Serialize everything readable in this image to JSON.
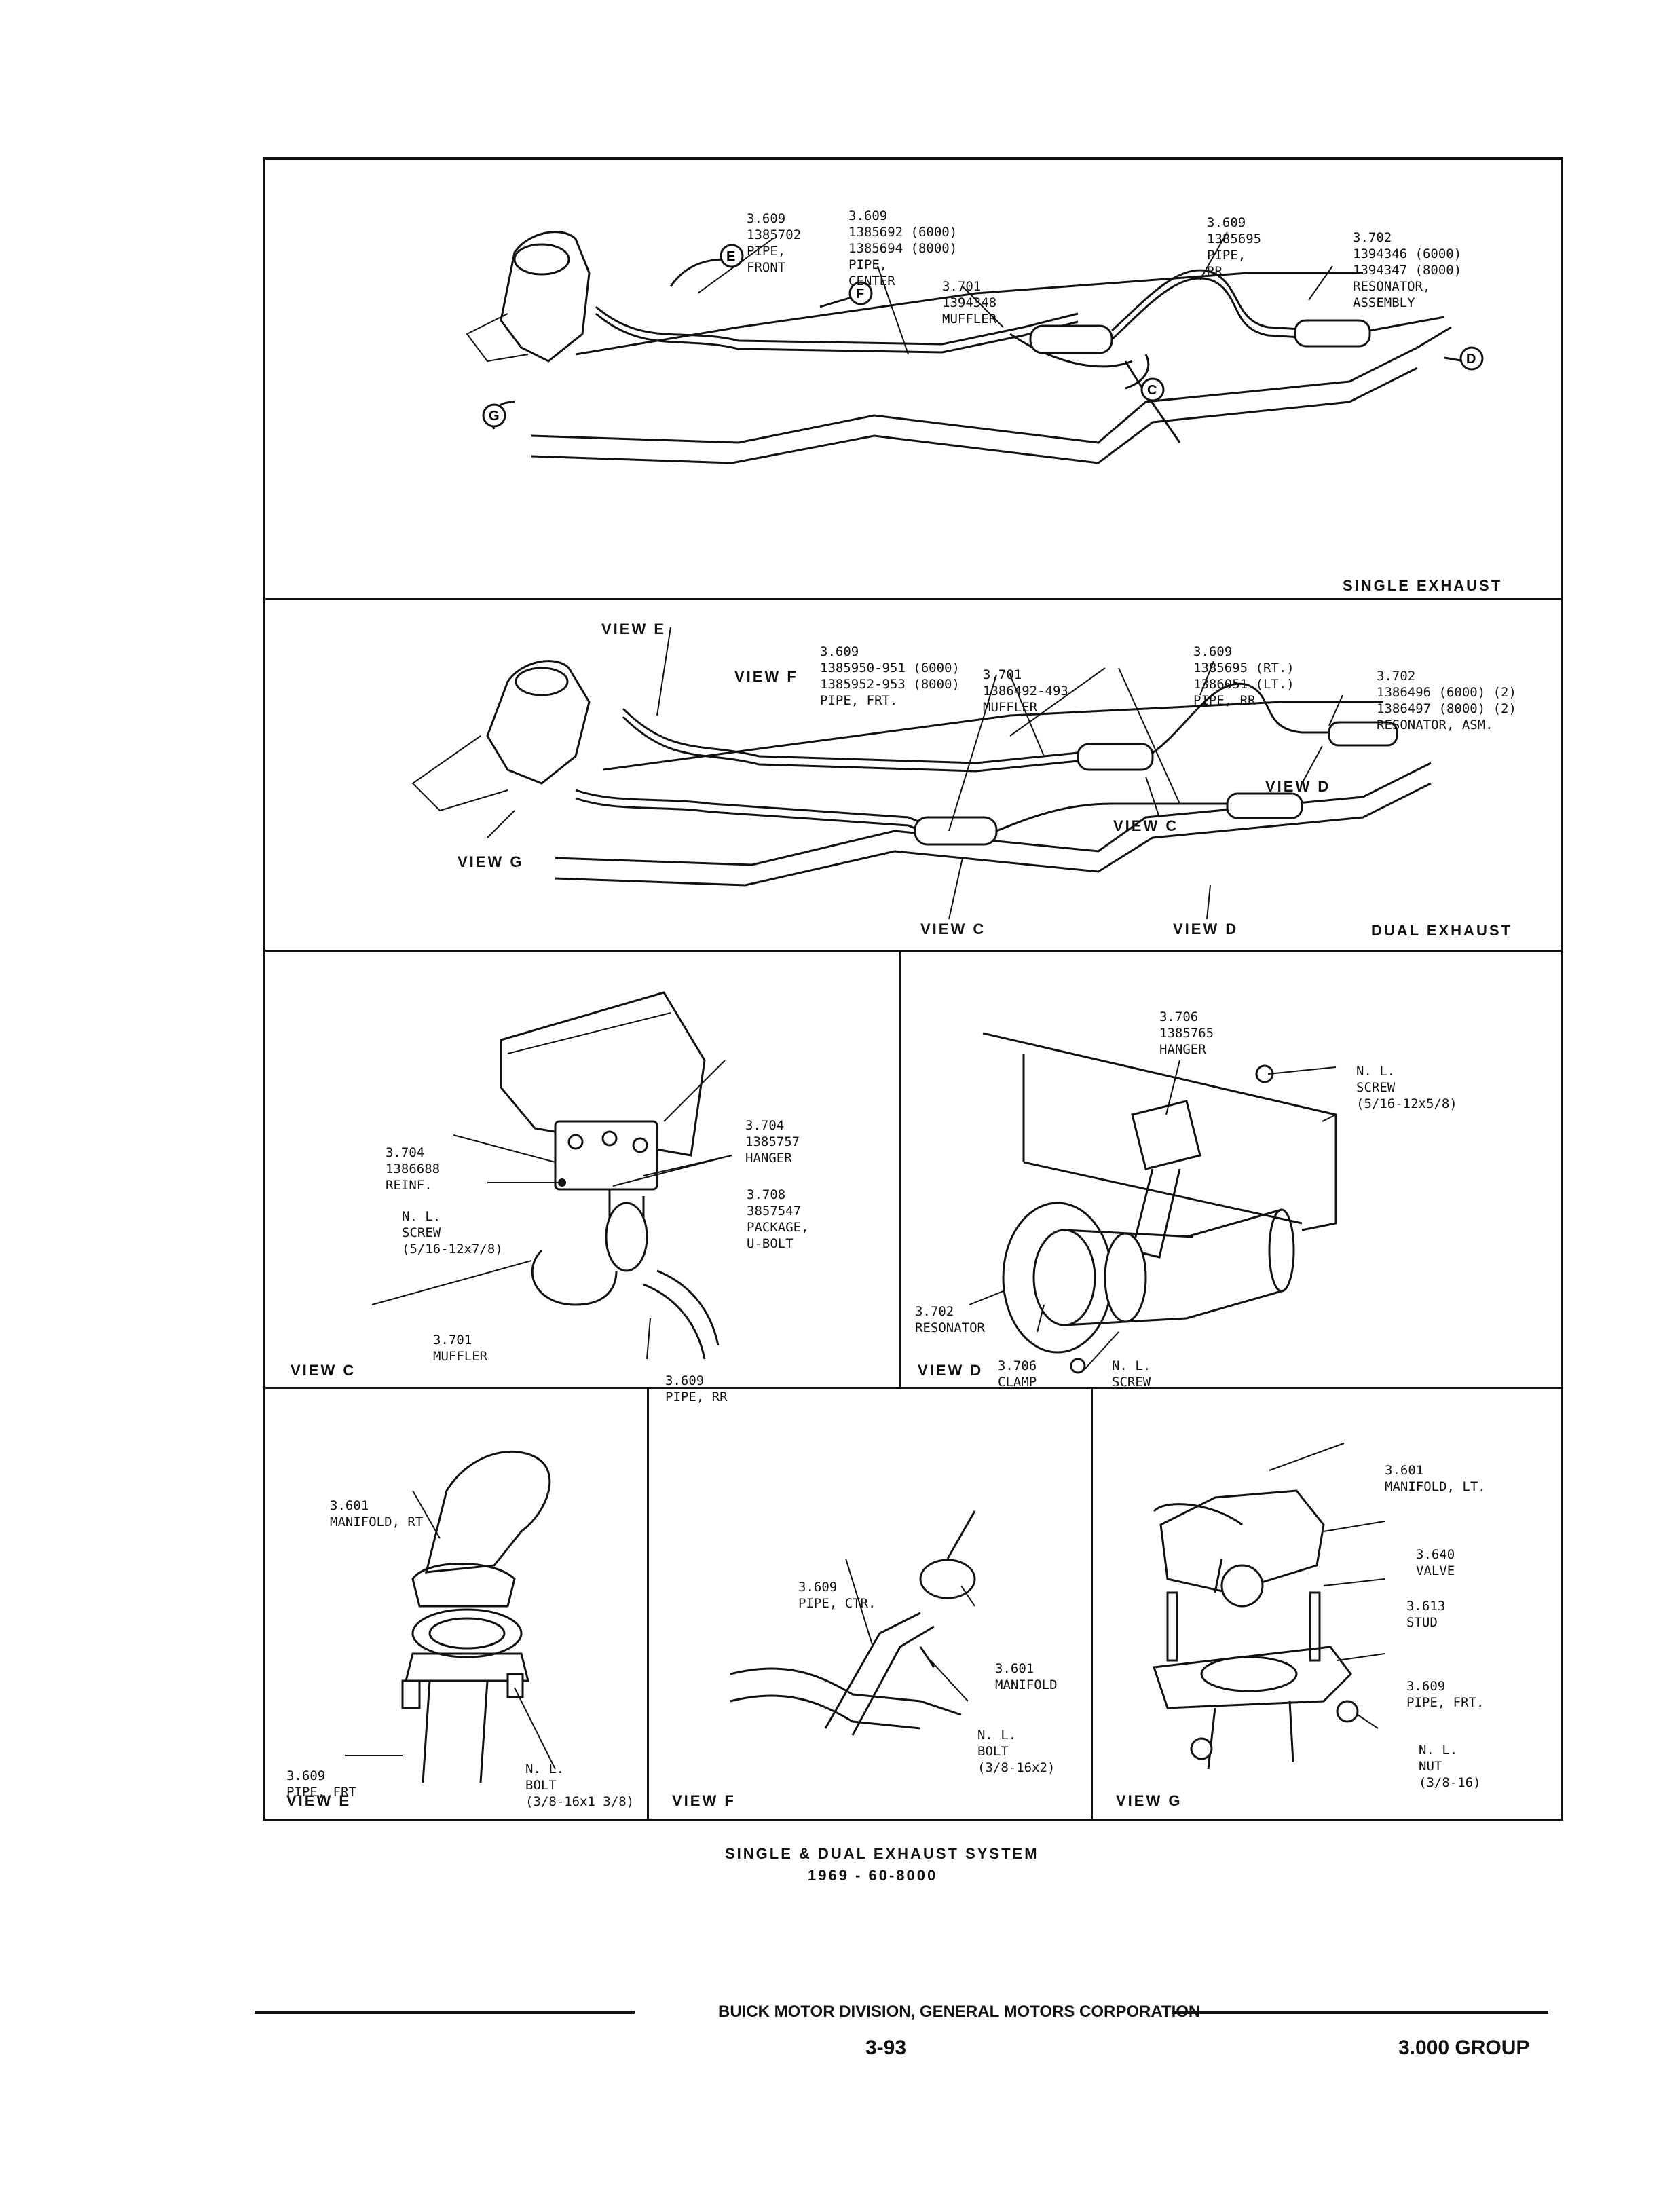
{
  "single_exhaust": {
    "caption": "SINGLE EXHAUST",
    "callouts": {
      "pipe_front": [
        "3.609",
        "1385702",
        "PIPE,",
        "FRONT"
      ],
      "pipe_center": [
        "3.609",
        "1385692 (6000)",
        "1385694 (8000)",
        "PIPE,",
        "CENTER"
      ],
      "muffler": [
        "3.701",
        "1394348",
        "MUFFLER"
      ],
      "pipe_rr": [
        "3.609",
        "1385695",
        "PIPE,",
        "RR"
      ],
      "resonator": [
        "3.702",
        "1394346 (6000)",
        "1394347 (8000)",
        "RESONATOR,",
        "ASSEMBLY"
      ]
    },
    "arrows": [
      "E",
      "F",
      "G",
      "C",
      "D"
    ]
  },
  "dual_exhaust": {
    "caption": "DUAL EXHAUST",
    "callouts": {
      "pipe_frt": [
        "3.609",
        "1385950-951 (6000)",
        "1385952-953 (8000)",
        "PIPE, FRT."
      ],
      "muffler": [
        "3.701",
        "1386492-493",
        "MUFFLER"
      ],
      "pipe_rr": [
        "3.609",
        "1385695 (RT.)",
        "1386051 (LT.)",
        "PIPE, RR"
      ],
      "resonator": [
        "3.702",
        "1386496 (6000) (2)",
        "1386497 (8000) (2)",
        "RESONATOR, ASM."
      ]
    },
    "view_labels": {
      "e": "VIEW E",
      "f": "VIEW F",
      "g": "VIEW G",
      "c_upper": "VIEW C",
      "d_upper": "VIEW D",
      "c_lower": "VIEW C",
      "d_lower": "VIEW D"
    }
  },
  "view_c": {
    "title": "VIEW C",
    "callouts": {
      "reinf": [
        "3.704",
        "1386688",
        "REINF."
      ],
      "hanger": [
        "3.704",
        "1385757",
        "HANGER"
      ],
      "screw": [
        "N. L.",
        "SCREW",
        "(5/16-12x7/8)"
      ],
      "ubolt": [
        "3.708",
        "3857547",
        "PACKAGE,",
        "U-BOLT"
      ],
      "muffler": [
        "3.701",
        "MUFFLER"
      ],
      "pipe": [
        "3.609",
        "PIPE, RR"
      ]
    }
  },
  "view_d": {
    "title": "VIEW D",
    "callouts": {
      "hanger": [
        "3.706",
        "1385765",
        "HANGER"
      ],
      "screw_top": [
        "N. L.",
        "SCREW",
        "(5/16-12x5/8)"
      ],
      "resonator": [
        "3.702",
        "RESONATOR"
      ],
      "clamp": [
        "3.706",
        "CLAMP"
      ],
      "screw_bottom": [
        "N. L.",
        "SCREW"
      ]
    }
  },
  "view_e": {
    "title": "VIEW E",
    "callouts": {
      "manifold": [
        "3.601",
        "MANIFOLD, RT"
      ],
      "pipe": [
        "3.609",
        "PIPE, FRT"
      ],
      "bolt": [
        "N. L.",
        "BOLT",
        "(3/8-16x1 3/8)"
      ]
    }
  },
  "view_f": {
    "title": "VIEW F",
    "callouts": {
      "pipe": [
        "3.609",
        "PIPE, CTR."
      ],
      "manifold": [
        "3.601",
        "MANIFOLD"
      ],
      "bolt": [
        "N. L.",
        "BOLT",
        "(3/8-16x2)"
      ]
    }
  },
  "view_g": {
    "title": "VIEW G",
    "callouts": {
      "manifold": [
        "3.601",
        "MANIFOLD, LT."
      ],
      "valve": [
        "3.640",
        "VALVE"
      ],
      "stud": [
        "3.613",
        "STUD"
      ],
      "pipe": [
        "3.609",
        "PIPE, FRT."
      ],
      "nut": [
        "N. L.",
        "NUT",
        "(3/8-16)"
      ]
    }
  },
  "figure_caption": {
    "line1": "SINGLE & DUAL EXHAUST SYSTEM",
    "line2": "1969 - 60-8000"
  },
  "footer": {
    "division": "BUICK MOTOR DIVISION, GENERAL MOTORS CORPORATION",
    "page": "3-93",
    "group": "3.000 GROUP"
  }
}
